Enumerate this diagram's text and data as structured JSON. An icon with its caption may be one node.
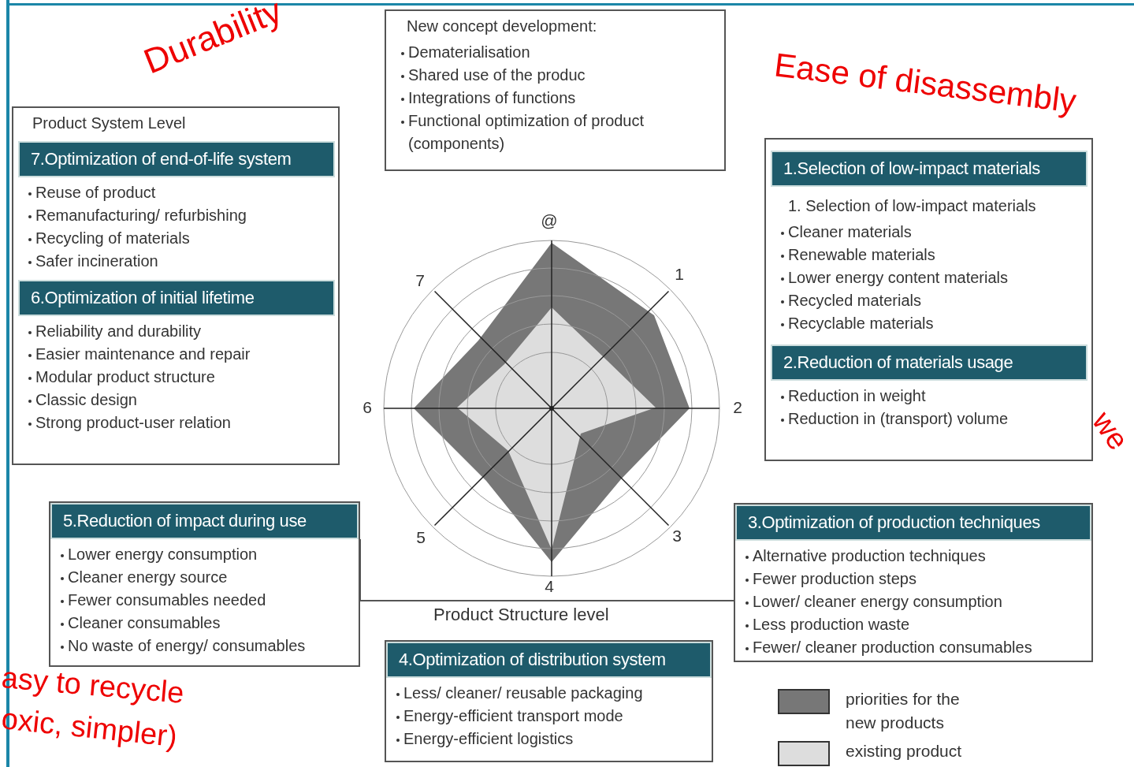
{
  "diagram": {
    "nodes": [
      {
        "text": [
          "Product System Level"
        ]
      },
      {
        "text": [
          "7.Optimization of end-of-life system",
          "Reuse of product",
          "Remanufacturing/ refurbishing",
          "Recycling of materials",
          "Safer incineration"
        ],
        "in": 0
      },
      {
        "text": [
          "6.Optimization of initial lifetime",
          "Reliability and durability",
          "Easier maintenance and repair",
          "Modular product structure",
          "Classic design",
          "Strong product-user relation"
        ],
        "in": 0
      },
      {
        "text": [
          "New concept development:",
          "Dematerialisation",
          "Shared use of the produc",
          "Integrations of functions",
          "Functional optimization of product (components)"
        ]
      },
      {
        "text": [],
        "shape": "box"
      },
      {
        "text": [
          "1.Selection of low-impact materials",
          "1. Selection of low-impact materials",
          "Cleaner materials",
          "Renewable materials",
          "Lower energy content materials",
          "Recycled materials",
          "Recyclable materials"
        ],
        "in": 4
      },
      {
        "text": [
          "2.Reduction of materials usage",
          "Reduction in weight",
          "Reduction in (transport) volume"
        ],
        "in": 4
      },
      {
        "text": [
          "5.Reduction of impact during use",
          "Lower energy consumption",
          "Cleaner energy source",
          "Fewer consumables needed",
          "Cleaner consumables",
          "No waste of energy/ consumables"
        ]
      },
      {
        "text": [
          "3.Optimization of production techniques",
          "Alternative production techniques",
          "Fewer production steps",
          "Lower/ cleaner energy consumption",
          "Less production waste",
          "Fewer/ cleaner production consumables"
        ]
      },
      {
        "text": [
          "4.Optimization of distribution system",
          "Less/ cleaner/ reusable packaging",
          "Energy-efficient transport mode",
          "Energy-efficient logistics"
        ]
      }
    ],
    "edges": [],
    "labels": [
      "Durability",
      "Ease of disassembly",
      "@",
      "7",
      "1",
      "6",
      "2",
      "5",
      "3",
      "4",
      "we",
      "Product Structure level",
      "asy to recycle",
      "oxic, simpler)"
    ],
    "legend": [
      {
        "text": "priorities for the new products",
        "color": "#777777"
      },
      {
        "text": "existing product",
        "color": "#dddddd"
      }
    ]
  }
}
